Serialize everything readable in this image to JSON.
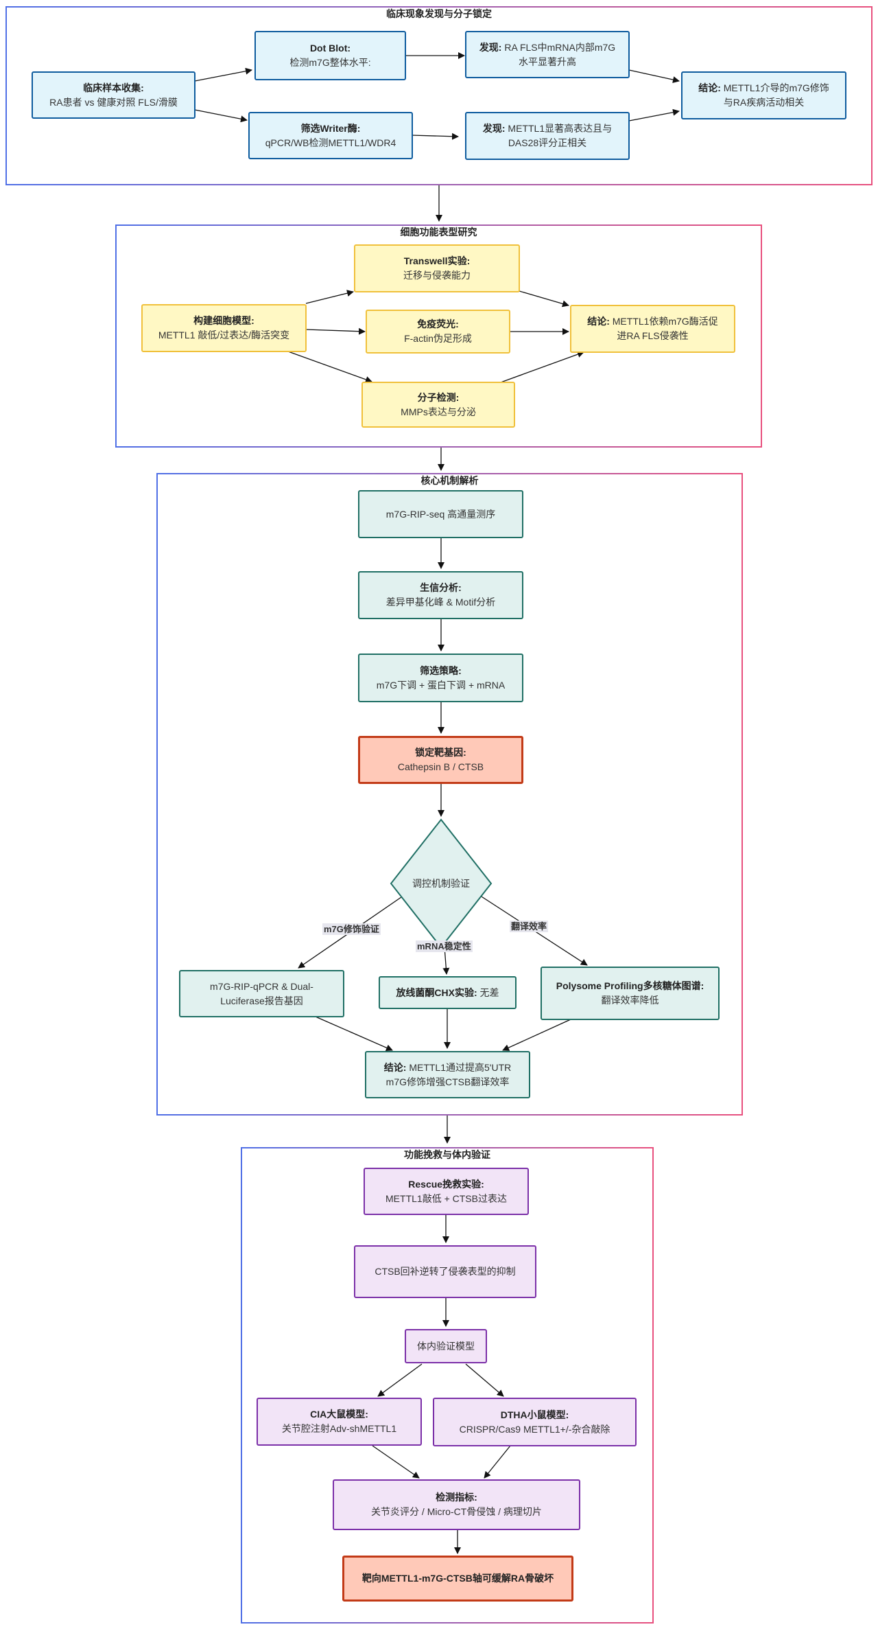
{
  "subgraphs": {
    "clinical": "临床现象发现与分子锁定",
    "cell": "细胞功能表型研究",
    "mechanism": "核心机制解析",
    "rescue": "功能挽救与体内验证"
  },
  "nodes": {
    "A1": {
      "title": "临床样本收集:",
      "text": "RA患者 vs 健康对照 FLS/滑膜"
    },
    "A2": {
      "title": "Dot Blot:",
      "text": "检测m7G整体水平:"
    },
    "A3": {
      "title": "筛选Writer酶:",
      "text": "qPCR/WB检测METTL1/WDR4"
    },
    "A4": {
      "title": "发现:",
      "text1": " RA FLS中mRNA内部m7G",
      "text2": "水平显著升高"
    },
    "A5": {
      "title": "发现:",
      "text1": " METTL1显著高表达且与",
      "text2": "DAS28评分正相关"
    },
    "A6": {
      "title": "结论:",
      "text1": " METTL1介导的m7G修饰",
      "text2": "与RA疾病活动相关"
    },
    "B1": {
      "title": "构建细胞模型:",
      "text": "METTL1 敲低/过表达/酶活突变"
    },
    "B2": {
      "title": "Transwell实验:",
      "text": "迁移与侵袭能力"
    },
    "B3": {
      "title": "免疫荧光:",
      "text": "F-actin伪足形成"
    },
    "B4": {
      "title": "分子检测:",
      "text": "MMPs表达与分泌"
    },
    "B5": {
      "title": "结论:",
      "text1": " METTL1依赖m7G酶活促",
      "text2": "进RA FLS侵袭性"
    },
    "C1": {
      "text": "m7G-RIP-seq 高通量测序"
    },
    "C2": {
      "title": "生信分析:",
      "text": "差异甲基化峰 & Motif分析"
    },
    "C3": {
      "title": "筛选策略:",
      "text": "m7G下调 + 蛋白下调 + mRNA"
    },
    "C4": {
      "title": "锁定靶基因:",
      "text": "Cathepsin B / CTSB"
    },
    "C5": {
      "text": "调控机制验证"
    },
    "C6": {
      "text1": "m7G-RIP-qPCR & Dual-",
      "text2": "Luciferase报告基因"
    },
    "C7": {
      "title": "放线菌酮CHX实验:",
      "text": " 无差"
    },
    "C8": {
      "title": "Polysome Profiling多核糖体图谱:",
      "text": "翻译效率降低"
    },
    "C9": {
      "title": "结论:",
      "text1": " METTL1通过提高5'UTR",
      "text2": "m7G修饰增强CTSB翻译效率"
    },
    "D1": {
      "title": "Rescue挽救实验:",
      "text": "METTL1敲低 + CTSB过表达"
    },
    "D2": {
      "text": "CTSB回补逆转了侵袭表型的抑制"
    },
    "D3": {
      "text": "体内验证模型"
    },
    "D4": {
      "title": "CIA大鼠模型:",
      "text": "关节腔注射Adv-shMETTL1"
    },
    "D5": {
      "title": "DTHA小鼠模型:",
      "text": "CRISPR/Cas9 METTL1+/-杂合敲除"
    },
    "D6": {
      "title": "检测指标:",
      "text": "关节炎评分 / Micro-CT骨侵蚀 / 病理切片"
    },
    "D7": {
      "title": "靶向METTL1-m7G-CTSB轴可缓解RA骨破坏"
    }
  },
  "edge_labels": {
    "m7g": "m7G修饰验证",
    "mrna": "mRNA稳定性",
    "trans": "翻译效率"
  },
  "colors": {
    "clinical_fill": "#e2f4fb",
    "cell_fill": "#fff8c4",
    "mechanism_fill": "#e1f1ef",
    "target_fill": "#ffc9b8",
    "rescue_fill": "#f2e4f7"
  }
}
